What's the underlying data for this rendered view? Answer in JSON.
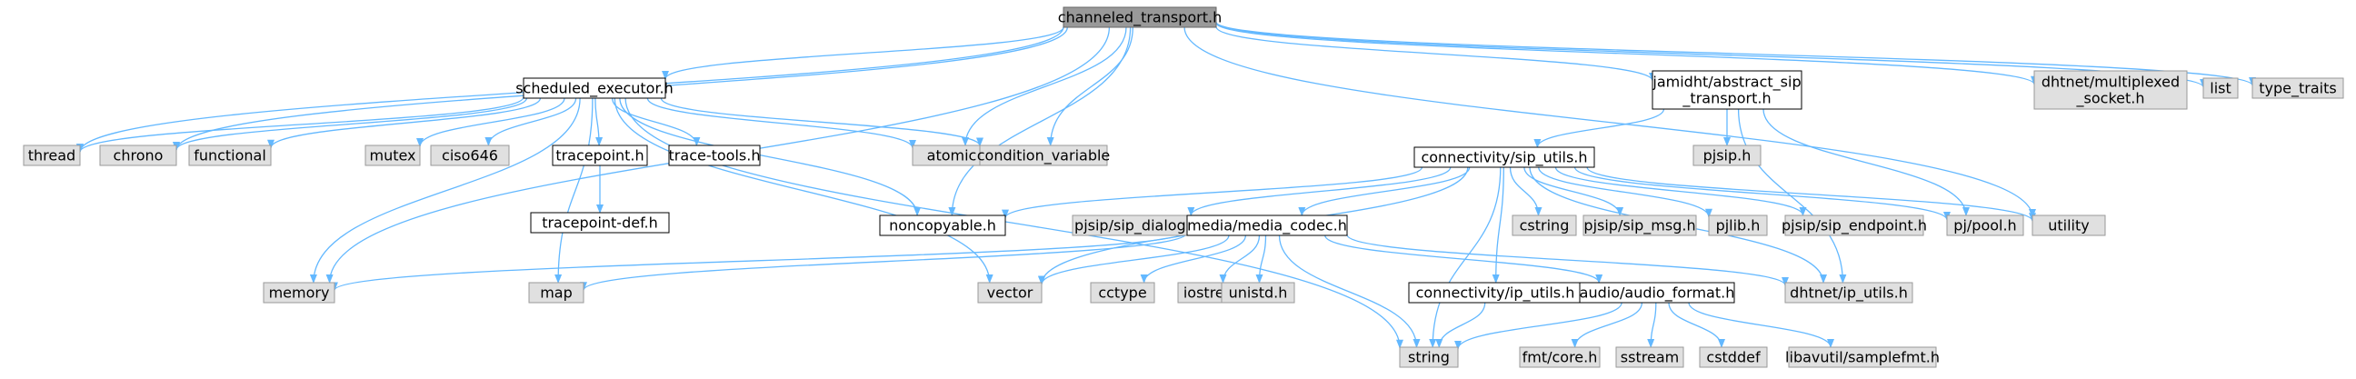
{
  "colors": {
    "edge": "#63b8ff",
    "root_fill": "#999999",
    "root_stroke": "#666666",
    "node_fill": "#ffffff",
    "ext_fill": "#e0e0e0",
    "ext_stroke": "#999999",
    "node_stroke": "#000000"
  },
  "nodes": [
    {
      "id": "root",
      "kind": "root",
      "lines": [
        "channeled_transport.h"
      ]
    },
    {
      "id": "sched",
      "kind": "node",
      "lines": [
        "scheduled_executor.h"
      ]
    },
    {
      "id": "abssip",
      "kind": "node",
      "lines": [
        "jamidht/abstract_sip",
        "_transport.h"
      ]
    },
    {
      "id": "mux",
      "kind": "ext",
      "lines": [
        "dhtnet/multiplexed",
        "_socket.h"
      ]
    },
    {
      "id": "list",
      "kind": "ext",
      "lines": [
        "list"
      ]
    },
    {
      "id": "typetraits",
      "kind": "ext",
      "lines": [
        "type_traits"
      ]
    },
    {
      "id": "thread",
      "kind": "ext",
      "lines": [
        "thread"
      ]
    },
    {
      "id": "chrono",
      "kind": "ext",
      "lines": [
        "chrono"
      ]
    },
    {
      "id": "functional",
      "kind": "ext",
      "lines": [
        "functional"
      ]
    },
    {
      "id": "mutex",
      "kind": "ext",
      "lines": [
        "mutex"
      ]
    },
    {
      "id": "ciso646",
      "kind": "ext",
      "lines": [
        "ciso646"
      ]
    },
    {
      "id": "tracepoint",
      "kind": "node",
      "lines": [
        "tracepoint.h"
      ]
    },
    {
      "id": "tracetools",
      "kind": "node",
      "lines": [
        "trace-tools.h"
      ]
    },
    {
      "id": "atomic",
      "kind": "ext",
      "lines": [
        "atomic"
      ]
    },
    {
      "id": "condvar",
      "kind": "ext",
      "lines": [
        "condition_variable"
      ]
    },
    {
      "id": "tracedef",
      "kind": "node",
      "lines": [
        "tracepoint-def.h"
      ]
    },
    {
      "id": "sipu",
      "kind": "node",
      "lines": [
        "connectivity/sip_utils.h"
      ]
    },
    {
      "id": "pjsiph",
      "kind": "ext",
      "lines": [
        "pjsip.h"
      ]
    },
    {
      "id": "noncopy",
      "kind": "node",
      "lines": [
        "noncopyable.h"
      ]
    },
    {
      "id": "dialog",
      "kind": "ext",
      "lines": [
        "pjsip/sip_dialog.h"
      ]
    },
    {
      "id": "codec",
      "kind": "node",
      "lines": [
        "media/media_codec.h"
      ]
    },
    {
      "id": "cstring",
      "kind": "ext",
      "lines": [
        "cstring"
      ]
    },
    {
      "id": "msg",
      "kind": "ext",
      "lines": [
        "pjsip/sip_msg.h"
      ]
    },
    {
      "id": "pjlib",
      "kind": "ext",
      "lines": [
        "pjlib.h"
      ]
    },
    {
      "id": "endpoint",
      "kind": "ext",
      "lines": [
        "pjsip/sip_endpoint.h"
      ]
    },
    {
      "id": "pool",
      "kind": "ext",
      "lines": [
        "pj/pool.h"
      ]
    },
    {
      "id": "utility",
      "kind": "ext",
      "lines": [
        "utility"
      ]
    },
    {
      "id": "memory",
      "kind": "ext",
      "lines": [
        "memory"
      ]
    },
    {
      "id": "map",
      "kind": "ext",
      "lines": [
        "map"
      ]
    },
    {
      "id": "vector",
      "kind": "ext",
      "lines": [
        "vector"
      ]
    },
    {
      "id": "cctype",
      "kind": "ext",
      "lines": [
        "cctype"
      ]
    },
    {
      "id": "iostream",
      "kind": "ext",
      "lines": [
        "iostream"
      ]
    },
    {
      "id": "unistd",
      "kind": "ext",
      "lines": [
        "unistd.h"
      ]
    },
    {
      "id": "ipu",
      "kind": "node",
      "lines": [
        "connectivity/ip_utils.h"
      ]
    },
    {
      "id": "audiofmt",
      "kind": "node",
      "lines": [
        "audio/audio_format.h"
      ]
    },
    {
      "id": "dhtip",
      "kind": "ext",
      "lines": [
        "dhtnet/ip_utils.h"
      ]
    },
    {
      "id": "string",
      "kind": "ext",
      "lines": [
        "string"
      ]
    },
    {
      "id": "fmtcore",
      "kind": "ext",
      "lines": [
        "fmt/core.h"
      ]
    },
    {
      "id": "sstream",
      "kind": "ext",
      "lines": [
        "sstream"
      ]
    },
    {
      "id": "cstddef",
      "kind": "ext",
      "lines": [
        "cstddef"
      ]
    },
    {
      "id": "samplefmt",
      "kind": "ext",
      "lines": [
        "libavutil/samplefmt.h"
      ]
    }
  ],
  "edges": [
    [
      "root",
      "sched"
    ],
    [
      "root",
      "abssip"
    ],
    [
      "root",
      "mux"
    ],
    [
      "root",
      "list"
    ],
    [
      "root",
      "typetraits"
    ],
    [
      "root",
      "thread"
    ],
    [
      "root",
      "chrono"
    ],
    [
      "root",
      "memory"
    ],
    [
      "root",
      "atomic"
    ],
    [
      "root",
      "condvar"
    ],
    [
      "root",
      "noncopy"
    ],
    [
      "root",
      "utility"
    ],
    [
      "sched",
      "thread"
    ],
    [
      "sched",
      "chrono"
    ],
    [
      "sched",
      "functional"
    ],
    [
      "sched",
      "mutex"
    ],
    [
      "sched",
      "ciso646"
    ],
    [
      "sched",
      "tracepoint"
    ],
    [
      "sched",
      "tracetools"
    ],
    [
      "sched",
      "atomic"
    ],
    [
      "sched",
      "condvar"
    ],
    [
      "sched",
      "noncopy"
    ],
    [
      "sched",
      "memory"
    ],
    [
      "sched",
      "map"
    ],
    [
      "sched",
      "vector"
    ],
    [
      "sched",
      "string"
    ],
    [
      "tracepoint",
      "tracedef"
    ],
    [
      "abssip",
      "sipu"
    ],
    [
      "abssip",
      "pjsiph"
    ],
    [
      "abssip",
      "pool"
    ],
    [
      "abssip",
      "dhtip"
    ],
    [
      "sipu",
      "noncopy"
    ],
    [
      "sipu",
      "dialog"
    ],
    [
      "sipu",
      "codec"
    ],
    [
      "sipu",
      "cstring"
    ],
    [
      "sipu",
      "msg"
    ],
    [
      "sipu",
      "pjlib"
    ],
    [
      "sipu",
      "endpoint"
    ],
    [
      "sipu",
      "pool"
    ],
    [
      "sipu",
      "utility"
    ],
    [
      "sipu",
      "vector"
    ],
    [
      "sipu",
      "ipu"
    ],
    [
      "sipu",
      "dhtip"
    ],
    [
      "sipu",
      "string"
    ],
    [
      "codec",
      "memory"
    ],
    [
      "codec",
      "map"
    ],
    [
      "codec",
      "vector"
    ],
    [
      "codec",
      "cctype"
    ],
    [
      "codec",
      "iostream"
    ],
    [
      "codec",
      "unistd"
    ],
    [
      "codec",
      "audiofmt"
    ],
    [
      "codec",
      "dhtip"
    ],
    [
      "codec",
      "string"
    ],
    [
      "ipu",
      "string"
    ],
    [
      "audiofmt",
      "string"
    ],
    [
      "audiofmt",
      "fmtcore"
    ],
    [
      "audiofmt",
      "sstream"
    ],
    [
      "audiofmt",
      "cstddef"
    ],
    [
      "audiofmt",
      "samplefmt"
    ]
  ]
}
